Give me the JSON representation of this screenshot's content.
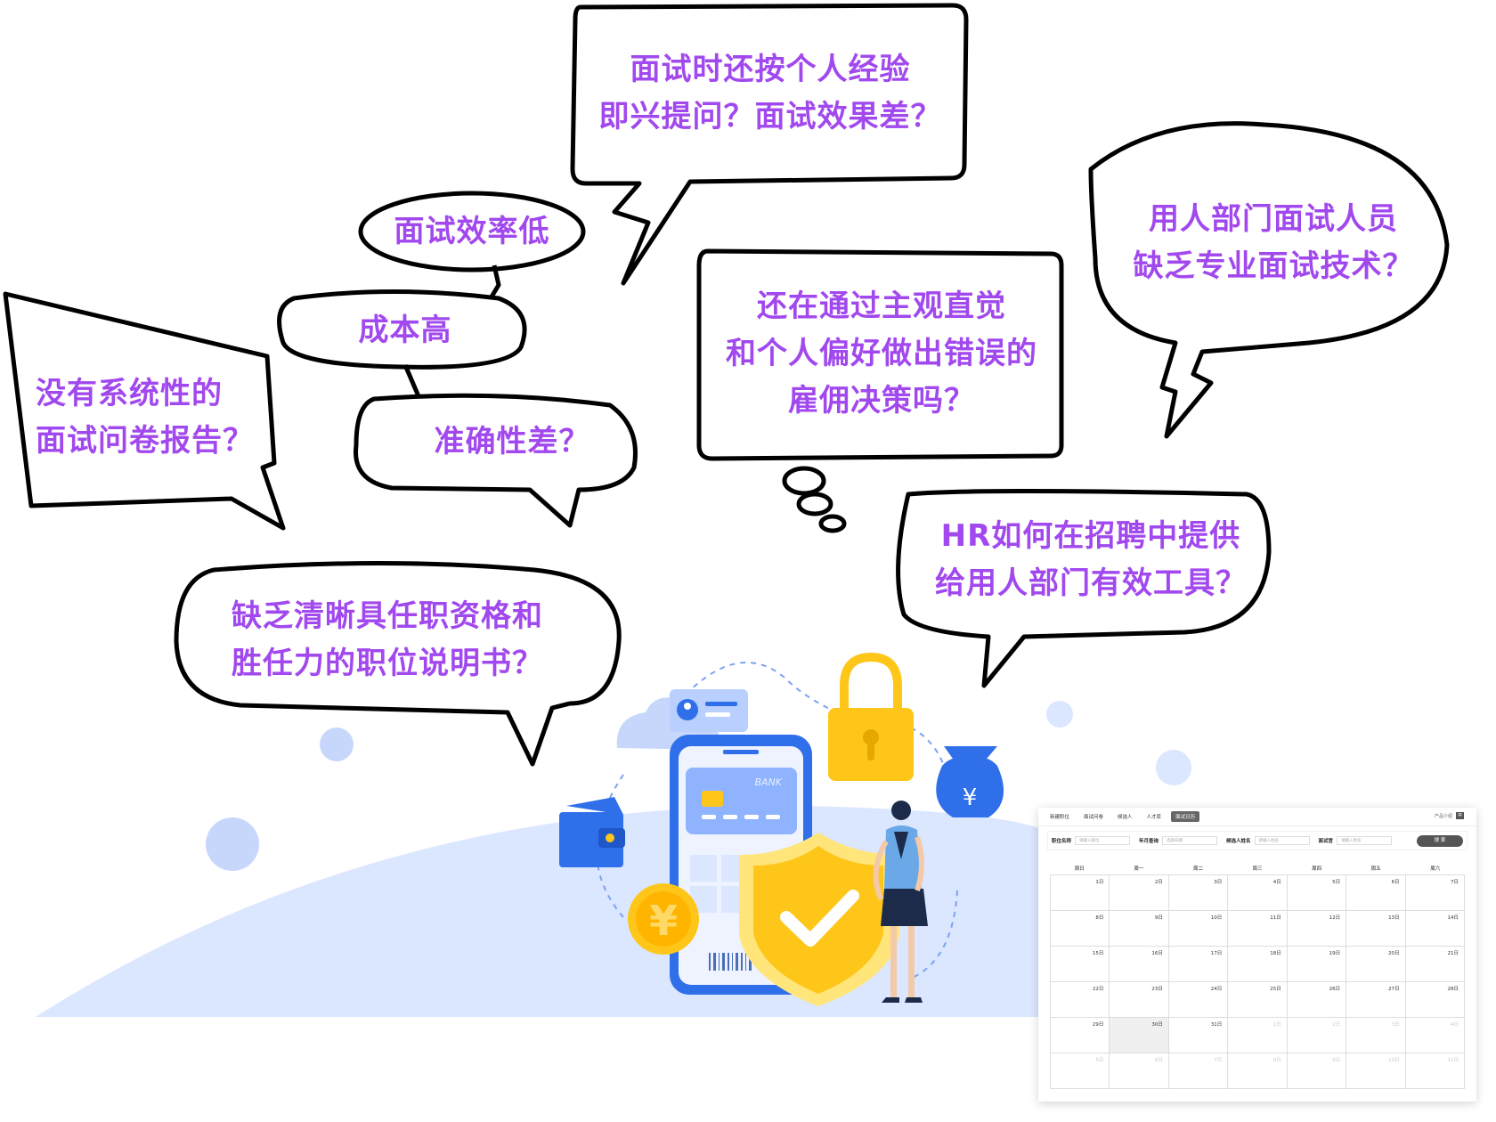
{
  "bubbles": {
    "interview_experience": [
      "面试时还按个人经验",
      "即兴提问？面试效果差？"
    ],
    "low_efficiency": [
      "面试效率低"
    ],
    "high_cost": [
      "成本高"
    ],
    "poor_accuracy": [
      "准确性差？"
    ],
    "no_report": [
      "没有系统性的",
      "面试问卷报告？"
    ],
    "subjective": [
      "还在通过主观直觉",
      "和个人偏好做出错误的",
      "雇佣决策吗？"
    ],
    "dept_skills": [
      "用人部门面试人员",
      "缺乏专业面试技术？"
    ],
    "hr_tools": [
      "HR如何在招聘中提供",
      "给用人部门有效工具？"
    ],
    "job_desc": [
      "缺乏清晰具任职资格和",
      "胜任力的职位说明书？"
    ]
  },
  "illustration": {
    "phone_card_label": "BANK",
    "coin_symbol": "¥",
    "bag_symbol": "¥",
    "colors": {
      "accent": "#a148ee",
      "blue": "#2f6fea",
      "yellow": "#ffc61a",
      "light_blue": "#dbe6ff"
    }
  },
  "calendar": {
    "tabs": [
      "新建职位",
      "面试问卷",
      "候选人",
      "人才库",
      "面试日历"
    ],
    "active_tab": "面试日历",
    "right_label": "产品介绍",
    "filters": [
      {
        "label": "职位名称",
        "placeholder": "请输入职位"
      },
      {
        "label": "年月查询",
        "placeholder": "选择日期"
      },
      {
        "label": "候选人姓名",
        "placeholder": "请输入姓名"
      },
      {
        "label": "面试官",
        "placeholder": "请输入姓名"
      }
    ],
    "search_button": "搜 索",
    "weekdays": [
      "周日",
      "周一",
      "周二",
      "周三",
      "周四",
      "周五",
      "周六"
    ],
    "days": [
      {
        "d": "1日"
      },
      {
        "d": "2日"
      },
      {
        "d": "3日"
      },
      {
        "d": "4日"
      },
      {
        "d": "5日"
      },
      {
        "d": "6日"
      },
      {
        "d": "7日"
      },
      {
        "d": "8日"
      },
      {
        "d": "9日"
      },
      {
        "d": "10日"
      },
      {
        "d": "11日"
      },
      {
        "d": "12日"
      },
      {
        "d": "13日"
      },
      {
        "d": "14日"
      },
      {
        "d": "15日"
      },
      {
        "d": "16日"
      },
      {
        "d": "17日"
      },
      {
        "d": "18日"
      },
      {
        "d": "19日"
      },
      {
        "d": "20日"
      },
      {
        "d": "21日"
      },
      {
        "d": "22日"
      },
      {
        "d": "23日"
      },
      {
        "d": "24日"
      },
      {
        "d": "25日"
      },
      {
        "d": "26日"
      },
      {
        "d": "27日"
      },
      {
        "d": "28日"
      },
      {
        "d": "29日"
      },
      {
        "d": "30日",
        "today": true
      },
      {
        "d": "31日"
      },
      {
        "d": "1日",
        "muted": true
      },
      {
        "d": "2日",
        "muted": true
      },
      {
        "d": "3日",
        "muted": true
      },
      {
        "d": "4日",
        "muted": true
      },
      {
        "d": "5日",
        "muted": true
      },
      {
        "d": "6日",
        "muted": true
      },
      {
        "d": "7日",
        "muted": true
      },
      {
        "d": "8日",
        "muted": true
      },
      {
        "d": "9日",
        "muted": true
      },
      {
        "d": "10日",
        "muted": true
      },
      {
        "d": "11日",
        "muted": true
      }
    ]
  }
}
